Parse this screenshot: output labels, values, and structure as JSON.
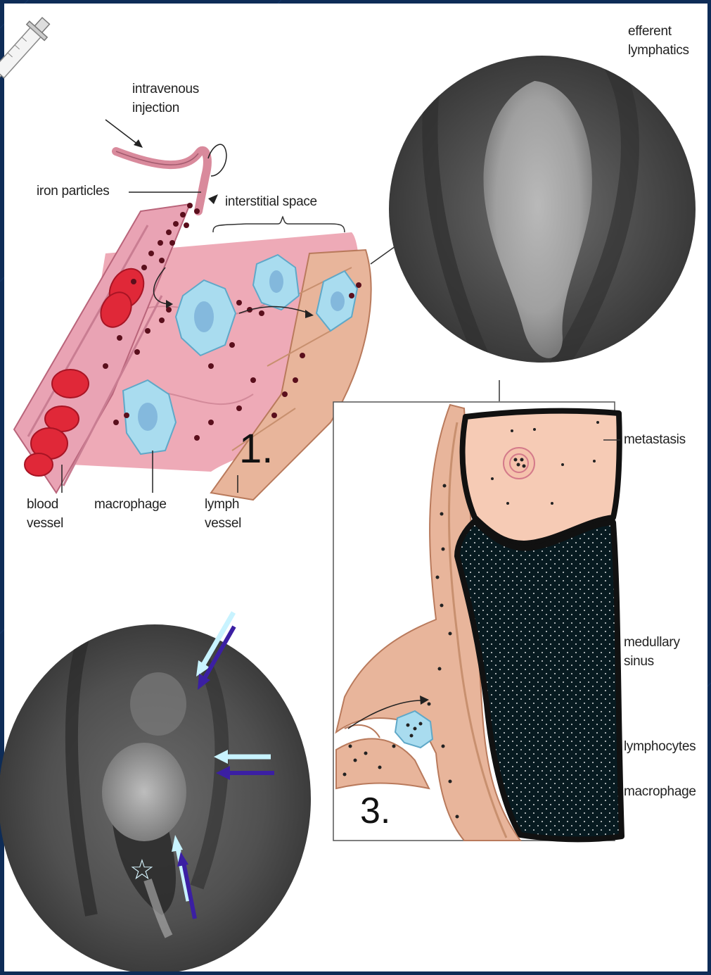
{
  "figure": {
    "colors": {
      "background": "#0e2c57",
      "panel": "#ffffff",
      "vessel_pink": "#e9a3b4",
      "lymph_peach": "#e8b59b",
      "macrophage_blue": "#a9dcef",
      "red_cell": "#e02838",
      "iron_dot": "#5a0f1c",
      "arrow_light": "#c8f3ff",
      "arrow_dark": "#3b1fa3",
      "metastasis_fill": "#f6cbb5",
      "sinus_fill": "#071a20"
    },
    "labels": {
      "injection": "intravenous\ninjection",
      "iron": "iron particles",
      "interstitial": "interstitial space",
      "blood_vessel": "blood\nvessel",
      "macrophage_1": "macrophage",
      "lymph_vessel": "lymph\nvessel",
      "panel_1_number": "1.",
      "efferent": "efferent\nlymphatics",
      "metastasis": "metastasis",
      "medullary_sinus": "medullary\nsinus",
      "lymphocytes": "lymphocytes",
      "macrophage_3": "macrophage",
      "panel_3_number": "3."
    },
    "symbols": {
      "star": "☆"
    },
    "icons": {
      "syringe": "syringe-icon",
      "star": "star-icon",
      "arrows": "arrow-icon"
    }
  }
}
